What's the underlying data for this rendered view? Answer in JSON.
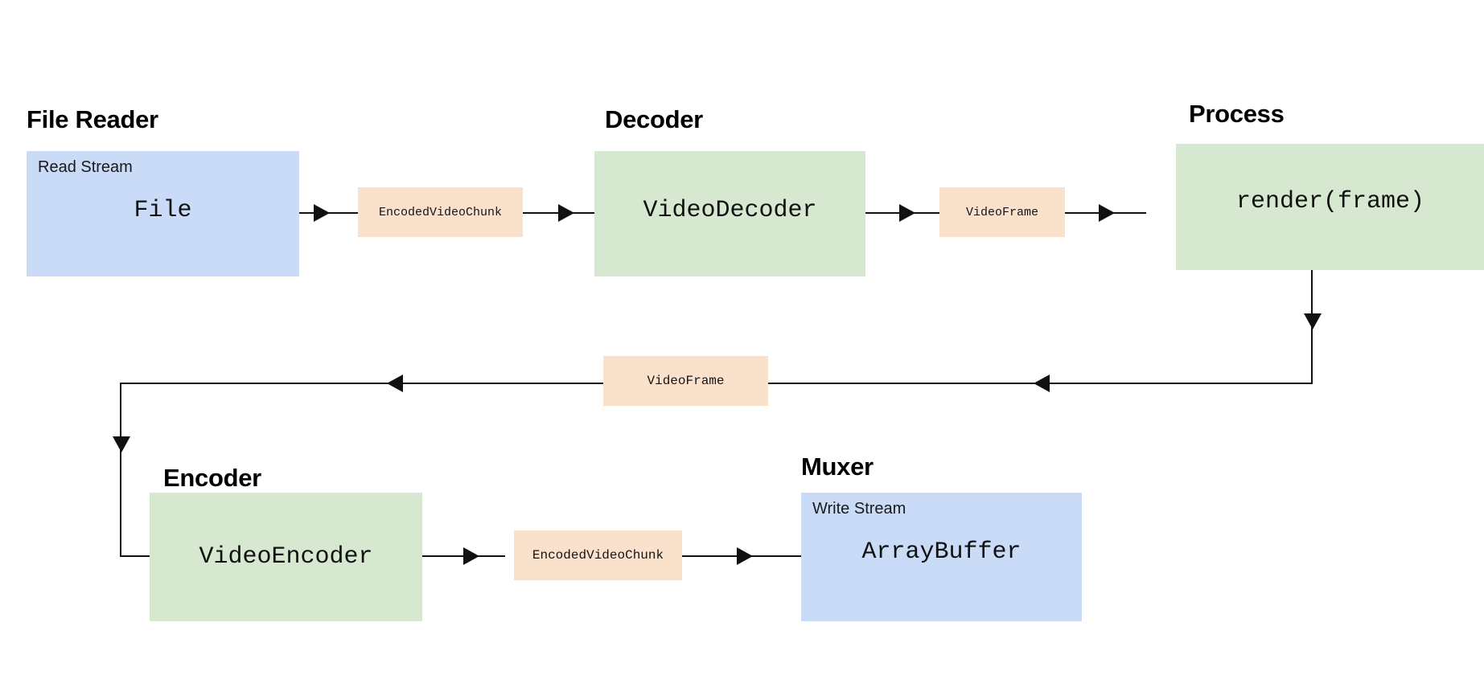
{
  "diagram": {
    "title_hidden": "",
    "palette": {
      "blue": "#c9dbf7",
      "green": "#d7e8d1",
      "orange": "#fae1cb",
      "stroke": "#111111",
      "background": "#ffffff"
    },
    "stages": [
      {
        "id": "file-reader",
        "label": "File Reader"
      },
      {
        "id": "decoder",
        "label": "Decoder"
      },
      {
        "id": "process",
        "label": "Process"
      },
      {
        "id": "encoder",
        "label": "Encoder"
      },
      {
        "id": "muxer",
        "label": "Muxer"
      }
    ],
    "nodes": [
      {
        "id": "file-reader-node",
        "sublabel": "Read Stream",
        "main": "File",
        "color": "blue"
      },
      {
        "id": "decoder-node",
        "sublabel": "",
        "main": "VideoDecoder",
        "color": "green"
      },
      {
        "id": "process-node",
        "sublabel": "",
        "main": "render(frame)",
        "color": "green"
      },
      {
        "id": "encoder-node",
        "sublabel": "",
        "main": "VideoEncoder",
        "color": "green"
      },
      {
        "id": "muxer-node",
        "sublabel": "Write Stream",
        "main": "ArrayBuffer",
        "color": "blue"
      }
    ],
    "tags": [
      {
        "id": "tag-chunk-1",
        "label": "EncodedVideoChunk"
      },
      {
        "id": "tag-frame-1",
        "label": "VideoFrame"
      },
      {
        "id": "tag-frame-2",
        "label": "VideoFrame"
      },
      {
        "id": "tag-chunk-2",
        "label": "EncodedVideoChunk"
      }
    ]
  }
}
